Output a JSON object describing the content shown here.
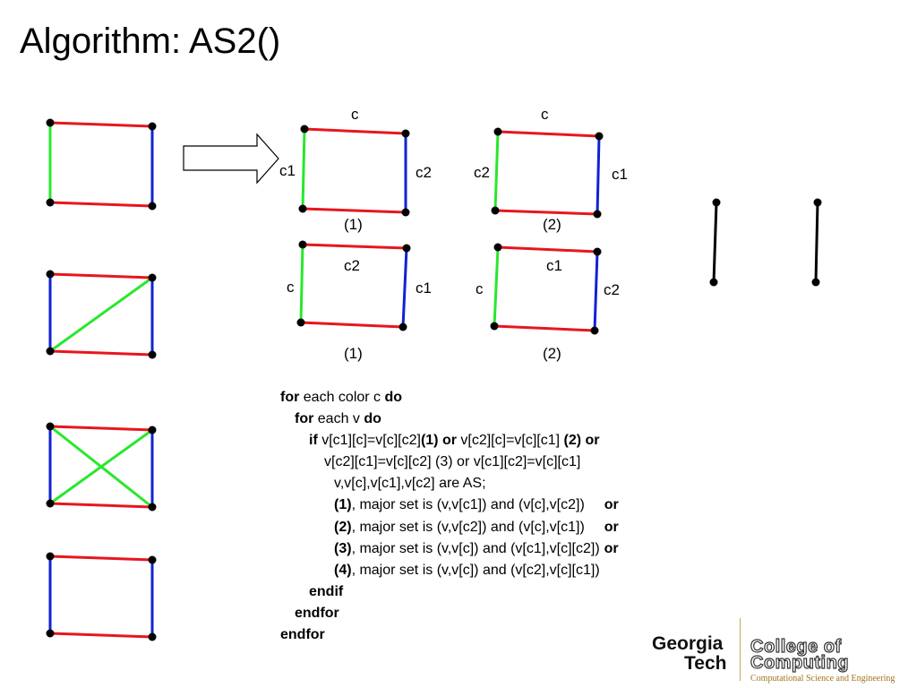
{
  "title": "Algorithm: AS2()",
  "colors": {
    "red": "#e8161c",
    "green": "#27e82b",
    "blue": "#1022d6",
    "vertex": "#000000"
  },
  "diagram": {
    "labels": {
      "q1": {
        "top": "c",
        "left": "c1",
        "right": "c2",
        "caption": "(1)"
      },
      "q2": {
        "top": "c",
        "left": "c2",
        "right": "c1",
        "caption": "(2)"
      },
      "q3": {
        "top": "c2",
        "left": "c",
        "right": "c1",
        "caption": "(1)"
      },
      "q4": {
        "top": "c1",
        "left": "c",
        "right": "c2",
        "caption": "(2)"
      }
    }
  },
  "code": {
    "l1": {
      "k1": "for",
      "t1": " each color c ",
      "k2": "do"
    },
    "l2": {
      "k1": "for",
      "t1": " each v ",
      "k2": "do"
    },
    "l3": {
      "k1": "if",
      "t1": " v[c1][c]=v[c][c2]",
      "k2": "(1) or",
      "t2": " v[c2][c]=v[c][c1] ",
      "k3": "(2) or"
    },
    "l4": {
      "t1": "v[c2][c1]=v[c][c2] (3) or v[c1][c2]=v[c][c1]"
    },
    "l5": {
      "t1": "v,v[c],v[c1],v[c2] are AS;"
    },
    "l6": {
      "k1": "(1)",
      "t1": ", major set is (v,v[c1]) and (v[c],v[c2])",
      "k2": "or"
    },
    "l7": {
      "k1": "(2)",
      "t1": ", major set is (v,v[c2]) and (v[c],v[c1])",
      "k2": "or"
    },
    "l8": {
      "k1": "(3)",
      "t1": ", major set is (v,v[c]) and (v[c1],v[c][c2])",
      "k2": "or"
    },
    "l9": {
      "k1": "(4)",
      "t1": ", major set is (v,v[c]) and (v[c2],v[c][c1])"
    },
    "l10": {
      "k1": "endif"
    },
    "l11": {
      "k1": "endfor"
    },
    "l12": {
      "k1": "endfor"
    }
  },
  "logo": {
    "line1": "Georgia",
    "line2": "Tech",
    "unit1": "College of",
    "unit2": "Computing",
    "tagline": "Computational Science and Engineering"
  }
}
